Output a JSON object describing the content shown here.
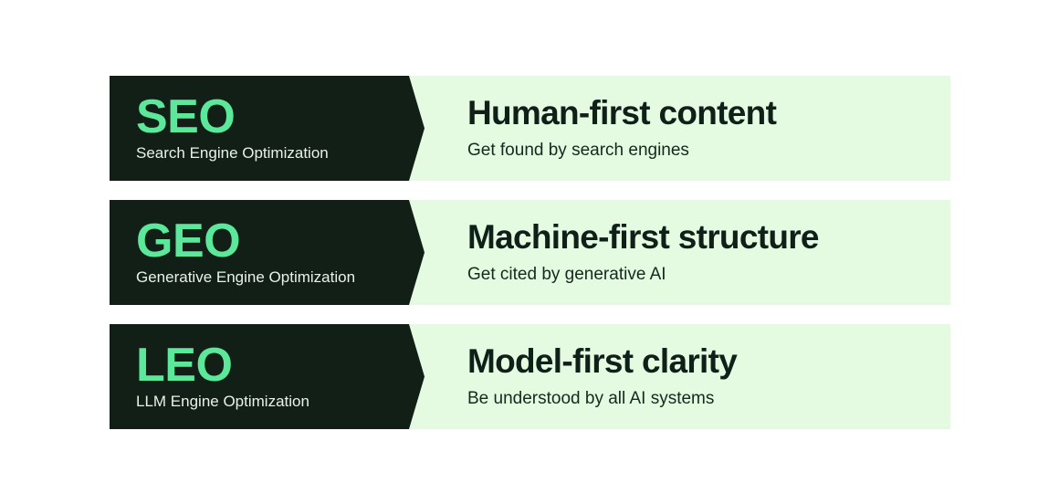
{
  "colors": {
    "page_background": "#ffffff",
    "chevron_dark": "#121f17",
    "panel_pale_green": "#e4fbe2",
    "acronym_green": "#5be89a",
    "acronym_full_text": "#e8f1ea",
    "headline_text": "#0f2018",
    "subline_text": "#16291d"
  },
  "rows": [
    {
      "acronym": "SEO",
      "acronym_full": "Search Engine Optimization",
      "headline": "Human-first content",
      "subline": "Get found by search engines"
    },
    {
      "acronym": "GEO",
      "acronym_full": "Generative Engine Optimization",
      "headline": "Machine-first structure",
      "subline": "Get cited by generative AI"
    },
    {
      "acronym": "LEO",
      "acronym_full": "LLM Engine Optimization",
      "headline": "Model-first clarity",
      "subline": "Be understood by all AI systems"
    }
  ]
}
